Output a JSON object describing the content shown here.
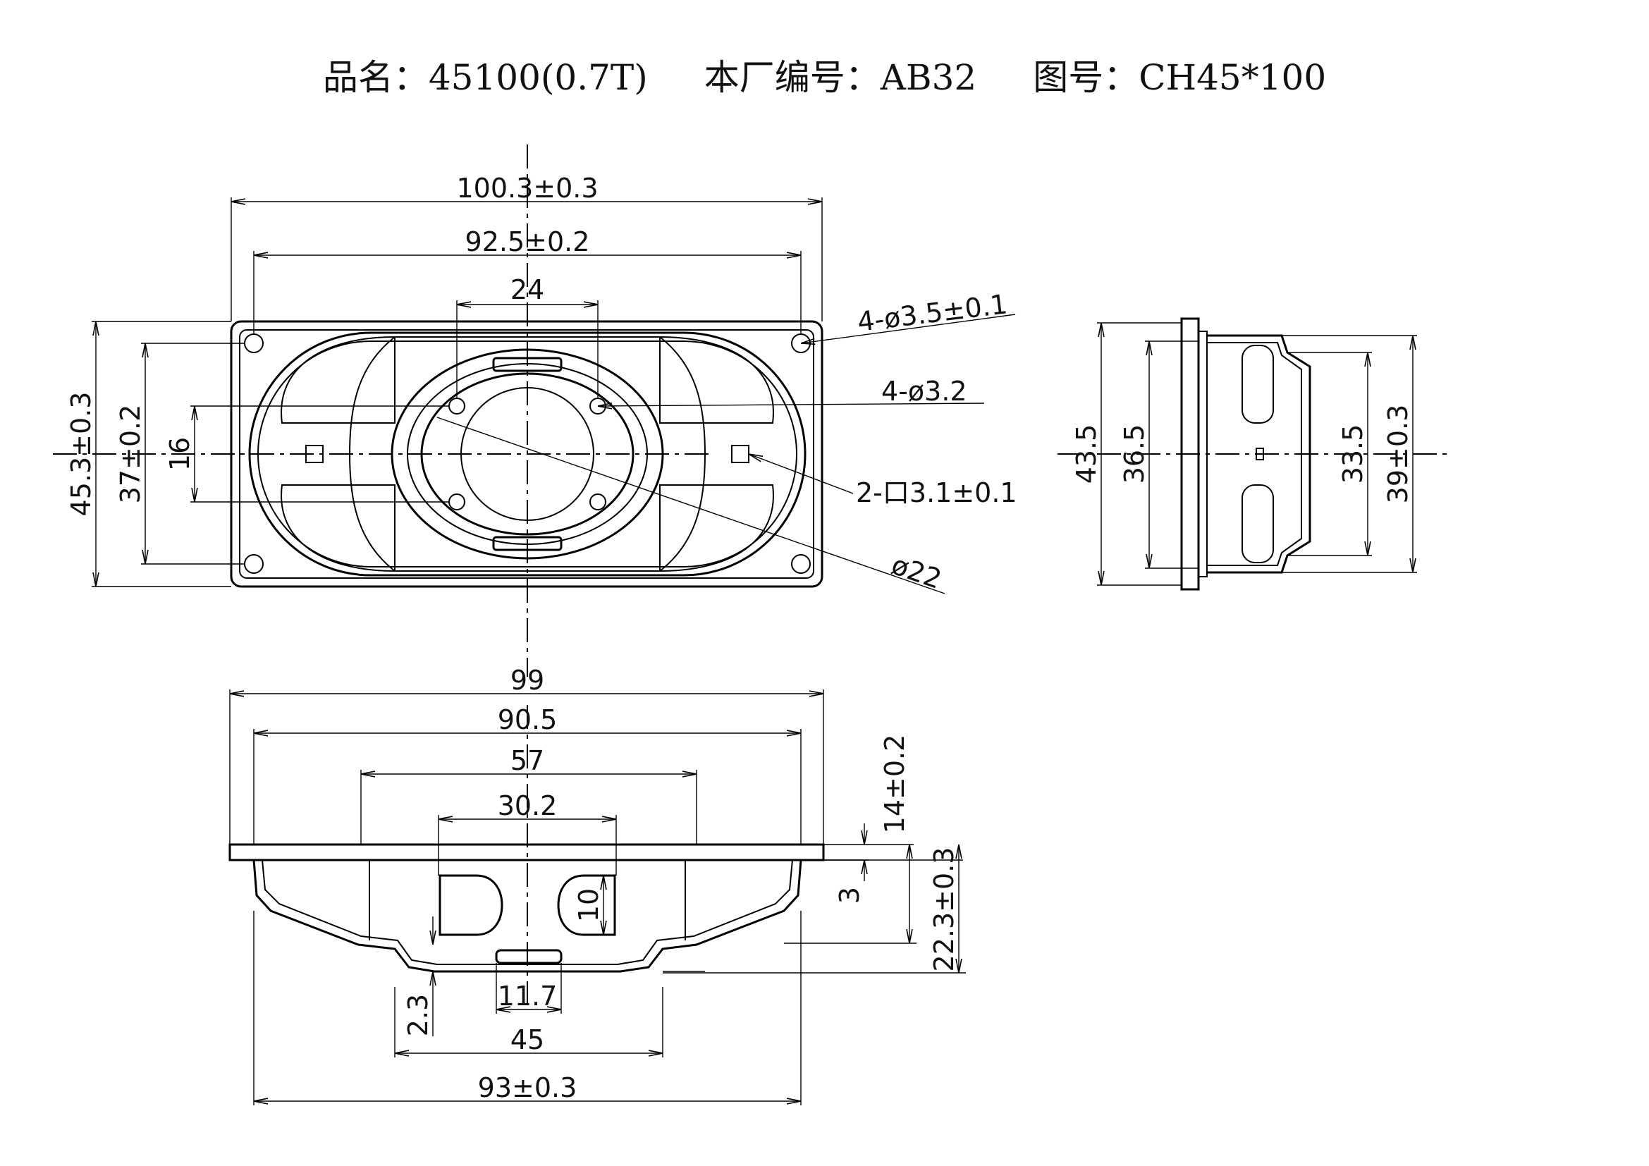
{
  "title": {
    "product": "品名：45100(0.7T)",
    "factory_no": "本厂编号：AB32",
    "drawing_no": "图号：CH45*100"
  },
  "front_view": {
    "overall_width": "100.3±0.3",
    "mount_hole_span": "92.5±0.2",
    "slot_width": "24",
    "overall_height": "45.3±0.3",
    "mount_hole_height": "37±0.2",
    "inner_hole_span": "16",
    "mount_holes": "4-ø3.5±0.1",
    "inner_holes": "4-ø3.2",
    "square_holes": "2-口3.1±0.1",
    "center_dia": "ø22"
  },
  "side_view": {
    "d1": "43.5",
    "d2": "36.5",
    "d3": "33.5",
    "d4": "39±0.3"
  },
  "bottom_view": {
    "w1": "99",
    "w2": "90.5",
    "w3": "57",
    "w4": "30.2",
    "h_total": "14±0.2",
    "h_flange": "3",
    "h_overall": "22.3±0.3",
    "slot_h": "10",
    "offset": "2.3",
    "slot_w": "11.7",
    "bottom_w": "45",
    "base_w": "93±0.3"
  }
}
